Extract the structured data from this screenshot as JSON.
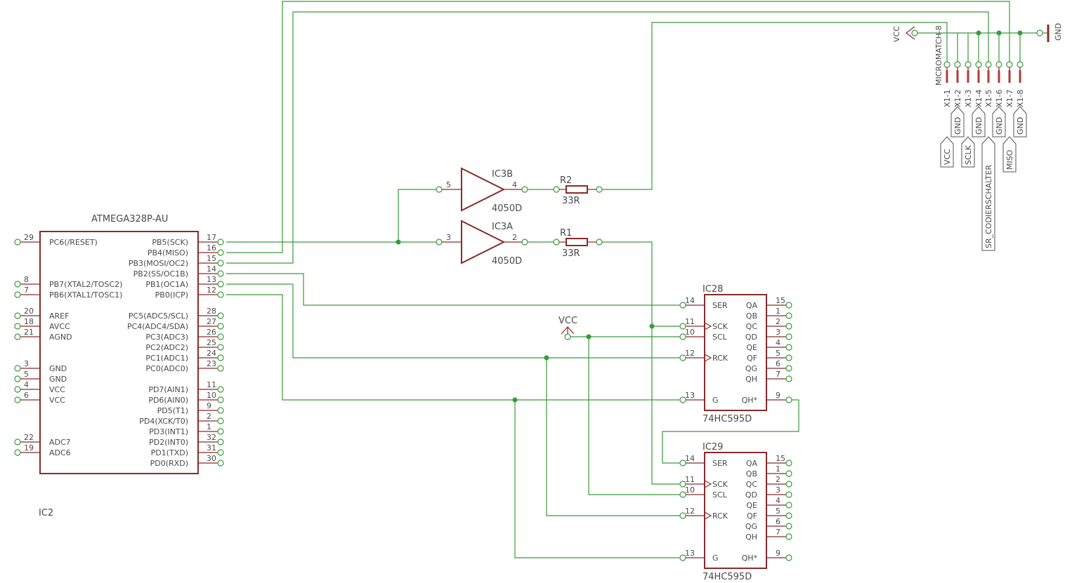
{
  "ic2": {
    "part": "ATMEGA328P-AU",
    "ref": "IC2",
    "left_pins": [
      {
        "num": "29",
        "name": "PC6(/RESET)"
      },
      {
        "num": "8",
        "name": "PB7(XTAL2/TOSC2)"
      },
      {
        "num": "7",
        "name": "PB6(XTAL1/TOSC1)"
      },
      {
        "num": "20",
        "name": "AREF"
      },
      {
        "num": "18",
        "name": "AVCC"
      },
      {
        "num": "21",
        "name": "AGND"
      },
      {
        "num": "3",
        "name": "GND"
      },
      {
        "num": "5",
        "name": "GND"
      },
      {
        "num": "4",
        "name": "VCC"
      },
      {
        "num": "6",
        "name": "VCC"
      },
      {
        "num": "22",
        "name": "ADC7"
      },
      {
        "num": "19",
        "name": "ADC6"
      }
    ],
    "right_pins": [
      {
        "num": "17",
        "name": "PB5(SCK)"
      },
      {
        "num": "16",
        "name": "PB4(MISO)"
      },
      {
        "num": "15",
        "name": "PB3(MOSI/OC2)"
      },
      {
        "num": "14",
        "name": "PB2(SS/OC1B)"
      },
      {
        "num": "13",
        "name": "PB1(OC1A)"
      },
      {
        "num": "12",
        "name": "PB0(ICP)"
      },
      {
        "num": "28",
        "name": "PC5(ADC5/SCL)"
      },
      {
        "num": "27",
        "name": "PC4(ADC4/SDA)"
      },
      {
        "num": "26",
        "name": "PC3(ADC3)"
      },
      {
        "num": "25",
        "name": "PC2(ADC2)"
      },
      {
        "num": "24",
        "name": "PC1(ADC1)"
      },
      {
        "num": "23",
        "name": "PC0(ADC0)"
      },
      {
        "num": "11",
        "name": "PD7(AIN1)"
      },
      {
        "num": "10",
        "name": "PD6(AIN0)"
      },
      {
        "num": "9",
        "name": "PD5(T1)"
      },
      {
        "num": "2",
        "name": "PD4(XCK/T0)"
      },
      {
        "num": "1",
        "name": "PD3(INT1)"
      },
      {
        "num": "32",
        "name": "PD2(INT0)"
      },
      {
        "num": "31",
        "name": "PD1(TXD)"
      },
      {
        "num": "30",
        "name": "PD0(RXD)"
      }
    ]
  },
  "ic3b": {
    "ref": "IC3B",
    "value": "4050D",
    "in_pin": "5",
    "out_pin": "4"
  },
  "ic3a": {
    "ref": "IC3A",
    "value": "4050D",
    "in_pin": "3",
    "out_pin": "2"
  },
  "r2": {
    "ref": "R2",
    "value": "33R"
  },
  "r1": {
    "ref": "R1",
    "value": "33R"
  },
  "vcc_mid": "VCC",
  "shift_regs": [
    {
      "ref": "IC28",
      "value": "74HC595D",
      "left": [
        {
          "num": "14",
          "name": "SER"
        },
        {
          "num": "11",
          "name": "SCK"
        },
        {
          "num": "10",
          "name": "SCL"
        },
        {
          "num": "12",
          "name": "RCK"
        },
        {
          "num": "13",
          "name": "G"
        }
      ],
      "right": [
        {
          "num": "15",
          "name": "QA"
        },
        {
          "num": "1",
          "name": "QB"
        },
        {
          "num": "2",
          "name": "QC"
        },
        {
          "num": "3",
          "name": "QD"
        },
        {
          "num": "4",
          "name": "QE"
        },
        {
          "num": "5",
          "name": "QF"
        },
        {
          "num": "6",
          "name": "QG"
        },
        {
          "num": "7",
          "name": "QH"
        },
        {
          "num": "9",
          "name": "QH*"
        }
      ]
    },
    {
      "ref": "IC29",
      "value": "74HC595D",
      "left": [
        {
          "num": "14",
          "name": "SER"
        },
        {
          "num": "11",
          "name": "SCK"
        },
        {
          "num": "10",
          "name": "SCL"
        },
        {
          "num": "12",
          "name": "RCK"
        },
        {
          "num": "13",
          "name": "G"
        }
      ],
      "right": [
        {
          "num": "15",
          "name": "QA"
        },
        {
          "num": "1",
          "name": "QB"
        },
        {
          "num": "2",
          "name": "QC"
        },
        {
          "num": "3",
          "name": "QD"
        },
        {
          "num": "4",
          "name": "QE"
        },
        {
          "num": "5",
          "name": "QF"
        },
        {
          "num": "6",
          "name": "QG"
        },
        {
          "num": "7",
          "name": "QH"
        },
        {
          "num": "9",
          "name": "QH*"
        }
      ]
    }
  ],
  "connector": {
    "name": "MICROMATCH-8",
    "pins": [
      "X1-1",
      "X1-2",
      "X1-3",
      "X1-4",
      "X1-5",
      "X1-6",
      "X1-7",
      "X1-8"
    ],
    "gnd_labels": [
      "GND",
      "GND",
      "GND",
      "GND"
    ],
    "signal_labels": [
      "VCC",
      "SCLK",
      "SR_CODIERSCHALTER",
      "MISO"
    ]
  },
  "supply_vcc": "VCC",
  "supply_gnd": "GND"
}
